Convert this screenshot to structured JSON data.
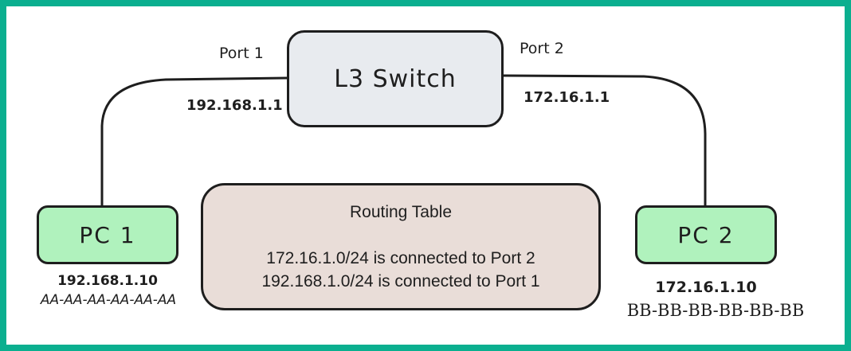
{
  "diagram": {
    "switch": {
      "label": "L3 Switch"
    },
    "ports": {
      "port1": {
        "label": "Port 1",
        "ip": "192.168.1.1"
      },
      "port2": {
        "label": "Port 2",
        "ip": "172.16.1.1"
      }
    },
    "pc1": {
      "label": "PC 1",
      "ip": "192.168.1.10",
      "mac": "AA-AA-AA-AA-AA-AA"
    },
    "pc2": {
      "label": "PC 2",
      "ip": "172.16.1.10",
      "mac": "BB-BB-BB-BB-BB-BB"
    },
    "routing_table": {
      "title": "Routing Table",
      "entries": [
        "172.16.1.0/24 is connected to Port 2",
        "192.168.1.0/24 is connected to Port 1"
      ]
    },
    "colors": {
      "frame": "#0aaf8f",
      "switch_fill": "#e8ebef",
      "pc_fill": "#b0f2bd",
      "routing_table_fill": "#e9ddd8",
      "stroke": "#1e1e1e"
    }
  }
}
